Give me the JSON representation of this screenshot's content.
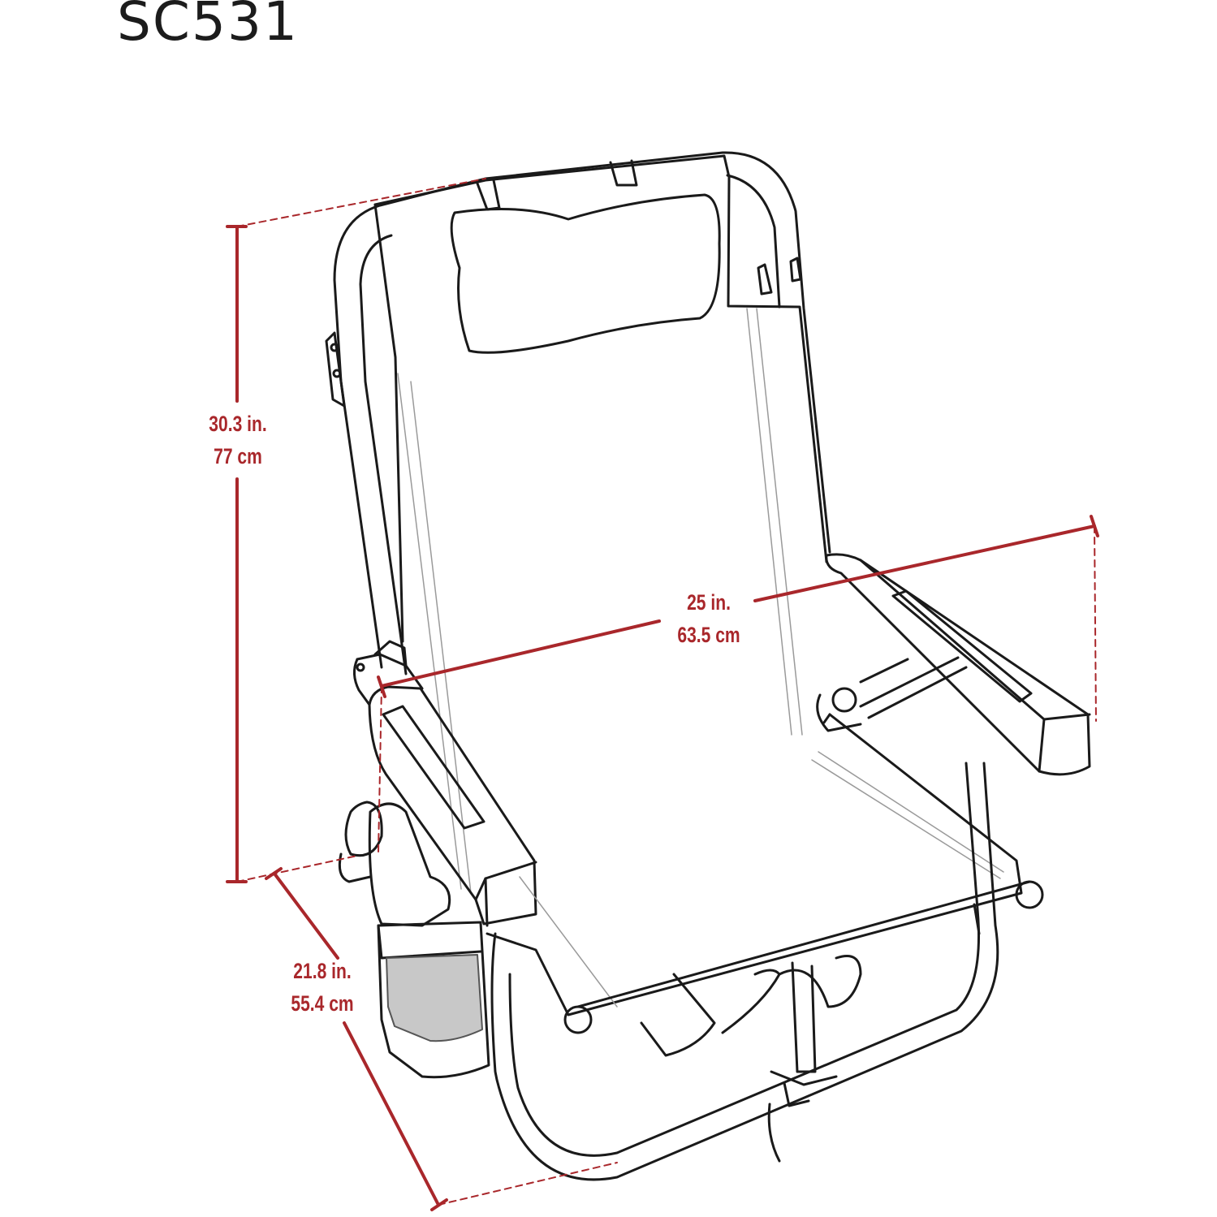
{
  "title": "SC531",
  "colors": {
    "dimension": "#a9272b",
    "outline": "#1a1a1a",
    "mesh": "#c8c8c8"
  },
  "dimensions": {
    "height": {
      "imperial": "30.3 in.",
      "metric": "77 cm"
    },
    "width": {
      "imperial": "25 in.",
      "metric": "63.5 cm"
    },
    "depth": {
      "imperial": "21.8 in.",
      "metric": "55.4 cm"
    }
  }
}
